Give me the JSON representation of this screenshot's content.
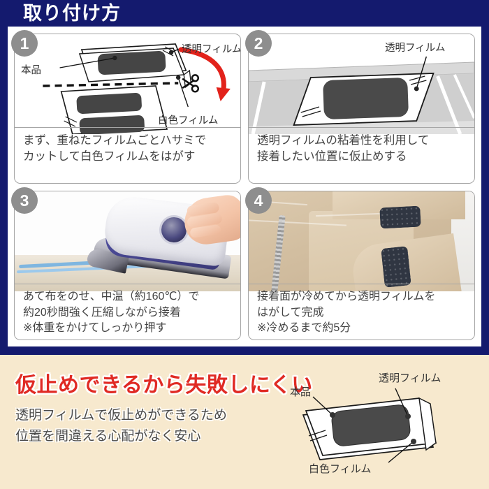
{
  "header": {
    "title": "取り付け方",
    "background_color": "#141a6e",
    "text_color": "#ffffff"
  },
  "steps": [
    {
      "number": "1",
      "caption_lines": [
        "まず、重ねたフィルムごとハサミで",
        "カットして白色フィルムをはがす"
      ],
      "illustration_labels": [
        {
          "name": "product",
          "text": "本品"
        },
        {
          "name": "clear-film",
          "text": "透明フィルム"
        },
        {
          "name": "white-film",
          "text": "白色フィルム"
        }
      ],
      "icons": [
        "scissors-icon",
        "red-curved-arrow-icon",
        "dashed-cut-line"
      ]
    },
    {
      "number": "2",
      "caption_lines": [
        "透明フィルムの粘着性を利用して",
        "接着したい位置に仮止めする"
      ],
      "illustration_labels": [
        {
          "name": "clear-film",
          "text": "透明フィルム"
        }
      ],
      "icons": []
    },
    {
      "number": "3",
      "caption_lines": [
        "あて布をのせ、中温（約160℃）で",
        "約20秒間強く圧縮しながら接着",
        "※体重をかけてしっかり押す"
      ],
      "illustration_labels": [],
      "icons": [
        "iron-photo"
      ]
    },
    {
      "number": "4",
      "caption_lines": [
        "接着面が冷めてから透明フィルムを",
        "はがして完成",
        "※冷めるまで約5分"
      ],
      "illustration_labels": [],
      "icons": [
        "trousers-photo"
      ]
    }
  ],
  "bottom": {
    "headline": "仮止めできるから失敗しにくい",
    "headline_color": "#e02a24",
    "background_color": "#f7e9ce",
    "body_lines": [
      "透明フィルムで仮止めができるため",
      "位置を間違える心配がなく安心"
    ],
    "diagram_labels": [
      {
        "name": "product",
        "text": "本品"
      },
      {
        "name": "clear-film",
        "text": "透明フィルム"
      },
      {
        "name": "white-film",
        "text": "白色フィルム"
      }
    ]
  }
}
